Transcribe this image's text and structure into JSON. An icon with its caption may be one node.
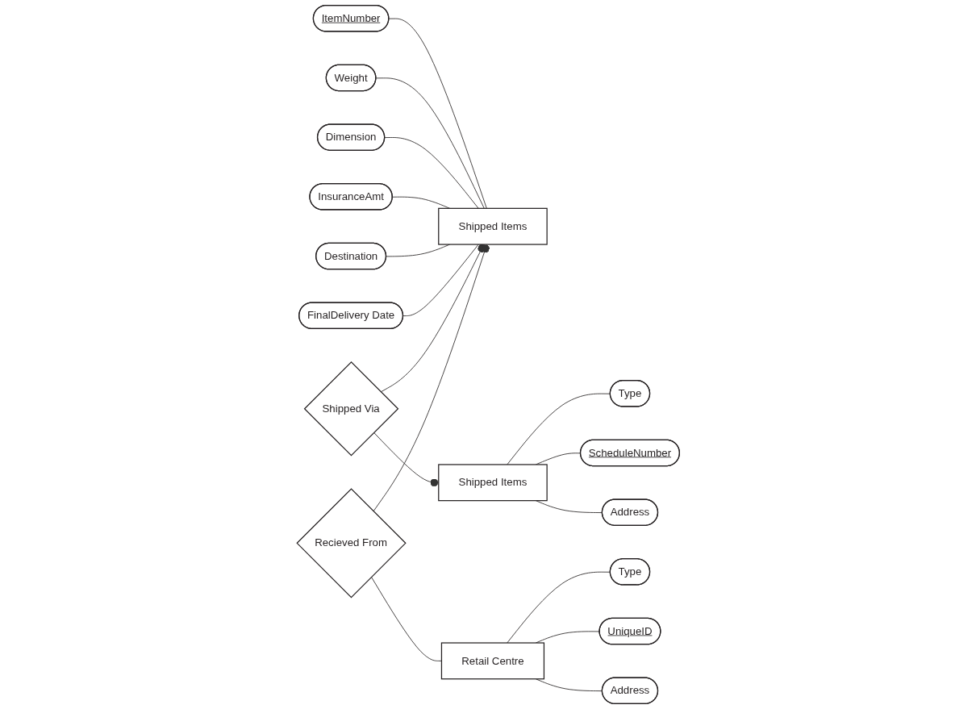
{
  "diagram": {
    "nodes": [
      {
        "text": [
          "ItemNumber"
        ]
      },
      {
        "text": [
          "Weight"
        ]
      },
      {
        "text": [
          "Dimension"
        ]
      },
      {
        "text": [
          "InsuranceAmt"
        ]
      },
      {
        "text": [
          "Destination"
        ]
      },
      {
        "text": [
          "FinalDelivery Date"
        ]
      },
      {
        "text": [
          "Shipped Items"
        ]
      },
      {
        "text": [
          "Shipped Via"
        ]
      },
      {
        "text": [
          "Shipped Items"
        ]
      },
      {
        "text": [
          "Type"
        ]
      },
      {
        "text": [
          "ScheduleNumber"
        ]
      },
      {
        "text": [
          "Address"
        ]
      },
      {
        "text": [
          "Recieved From"
        ]
      },
      {
        "text": [
          "Retail Centre"
        ]
      },
      {
        "text": [
          "Type"
        ]
      },
      {
        "text": [
          "UniqueID"
        ]
      },
      {
        "text": [
          "Address"
        ]
      }
    ],
    "edges": [
      {
        "from": 0,
        "to": 6,
        "arrow": "none"
      },
      {
        "from": 1,
        "to": 6,
        "arrow": "none"
      },
      {
        "from": 2,
        "to": 6,
        "arrow": "none"
      },
      {
        "from": 3,
        "to": 6,
        "arrow": "none"
      },
      {
        "from": 4,
        "to": 6,
        "arrow": "none"
      },
      {
        "from": 5,
        "to": 6,
        "arrow": "none"
      },
      {
        "from": 7,
        "to": 6,
        "arrow": "other"
      },
      {
        "from": 7,
        "to": 8,
        "arrow": "other"
      },
      {
        "from": 8,
        "to": 9,
        "arrow": "none"
      },
      {
        "from": 8,
        "to": 10,
        "arrow": "none"
      },
      {
        "from": 8,
        "to": 11,
        "arrow": "none"
      },
      {
        "from": 12,
        "to": 6,
        "arrow": "other"
      },
      {
        "from": 12,
        "to": 13,
        "arrow": "none"
      },
      {
        "from": 13,
        "to": 14,
        "arrow": "none"
      },
      {
        "from": 13,
        "to": 15,
        "arrow": "none"
      },
      {
        "from": 13,
        "to": 16,
        "arrow": "none"
      }
    ]
  }
}
